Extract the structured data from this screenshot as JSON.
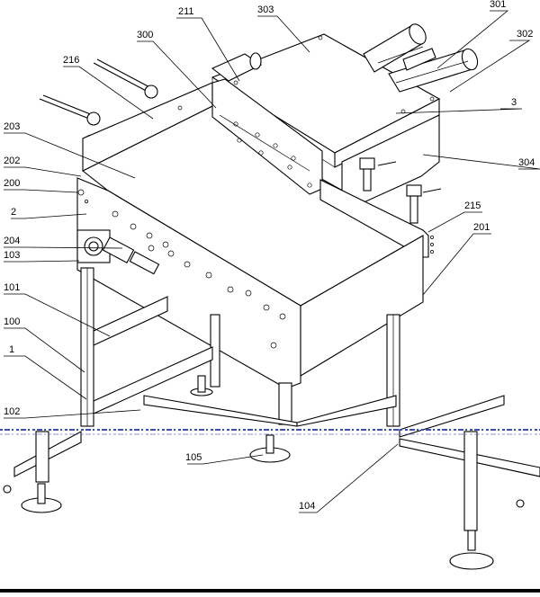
{
  "labels": [
    {
      "id": "211",
      "text": "211"
    },
    {
      "id": "303",
      "text": "303"
    },
    {
      "id": "301",
      "text": "301"
    },
    {
      "id": "300",
      "text": "300"
    },
    {
      "id": "302",
      "text": "302"
    },
    {
      "id": "216",
      "text": "216"
    },
    {
      "id": "3",
      "text": "3"
    },
    {
      "id": "203",
      "text": "203"
    },
    {
      "id": "304",
      "text": "304"
    },
    {
      "id": "202",
      "text": "202"
    },
    {
      "id": "200",
      "text": "200"
    },
    {
      "id": "215",
      "text": "215"
    },
    {
      "id": "2",
      "text": "2"
    },
    {
      "id": "201",
      "text": "201"
    },
    {
      "id": "204",
      "text": "204"
    },
    {
      "id": "103",
      "text": "103"
    },
    {
      "id": "101",
      "text": "101"
    },
    {
      "id": "100",
      "text": "100"
    },
    {
      "id": "1",
      "text": "1"
    },
    {
      "id": "102",
      "text": "102"
    },
    {
      "id": "105",
      "text": "105"
    },
    {
      "id": "104",
      "text": "104"
    }
  ],
  "colors": {
    "line": "#000000",
    "scan_artifact": "#3b4fb0"
  }
}
